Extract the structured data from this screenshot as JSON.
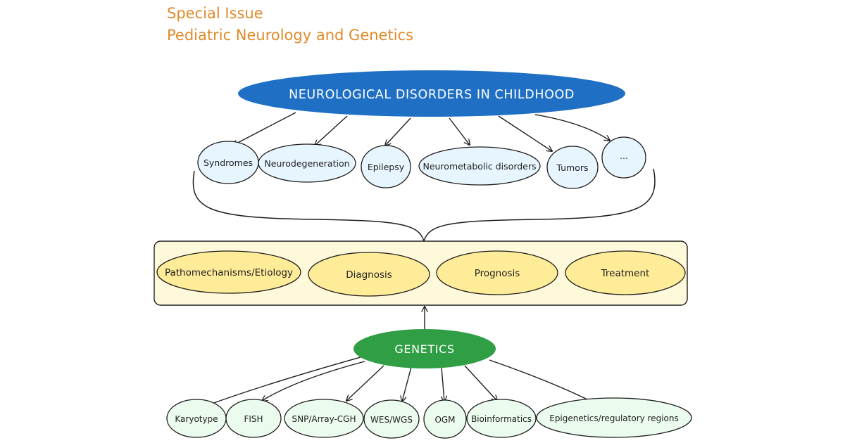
{
  "title": {
    "line1": "Special Issue",
    "line2": "Pediatric Neurology and Genetics"
  },
  "colors": {
    "title": "#e08a2a",
    "top_node_fill": "#1f6fc4",
    "disorder_fill": "#e7f5ff",
    "aspect_fill": "#ffec99",
    "panel_fill": "#fff9db",
    "genetics_fill": "#2f9e44",
    "method_fill": "#ebfbee",
    "stroke": "#1e1e1e"
  },
  "top_node": {
    "label": "NEUROLOGICAL DISORDERS IN CHILDHOOD"
  },
  "disorders": [
    {
      "label": "Syndromes"
    },
    {
      "label": "Neurodegeneration"
    },
    {
      "label": "Epilepsy"
    },
    {
      "label": "Neurometabolic disorders"
    },
    {
      "label": "Tumors"
    },
    {
      "label": "..."
    }
  ],
  "aspects": [
    {
      "label": "Pathomechanisms/Etiology"
    },
    {
      "label": "Diagnosis"
    },
    {
      "label": "Prognosis"
    },
    {
      "label": "Treatment"
    }
  ],
  "genetics_node": {
    "label": "GENETICS"
  },
  "methods": [
    {
      "label": "Karyotype"
    },
    {
      "label": "FISH"
    },
    {
      "label": "SNP/Array-CGH"
    },
    {
      "label": "WES/WGS"
    },
    {
      "label": "OGM"
    },
    {
      "label": "Bioinformatics"
    },
    {
      "label": "Epigenetics/regulatory regions"
    }
  ]
}
